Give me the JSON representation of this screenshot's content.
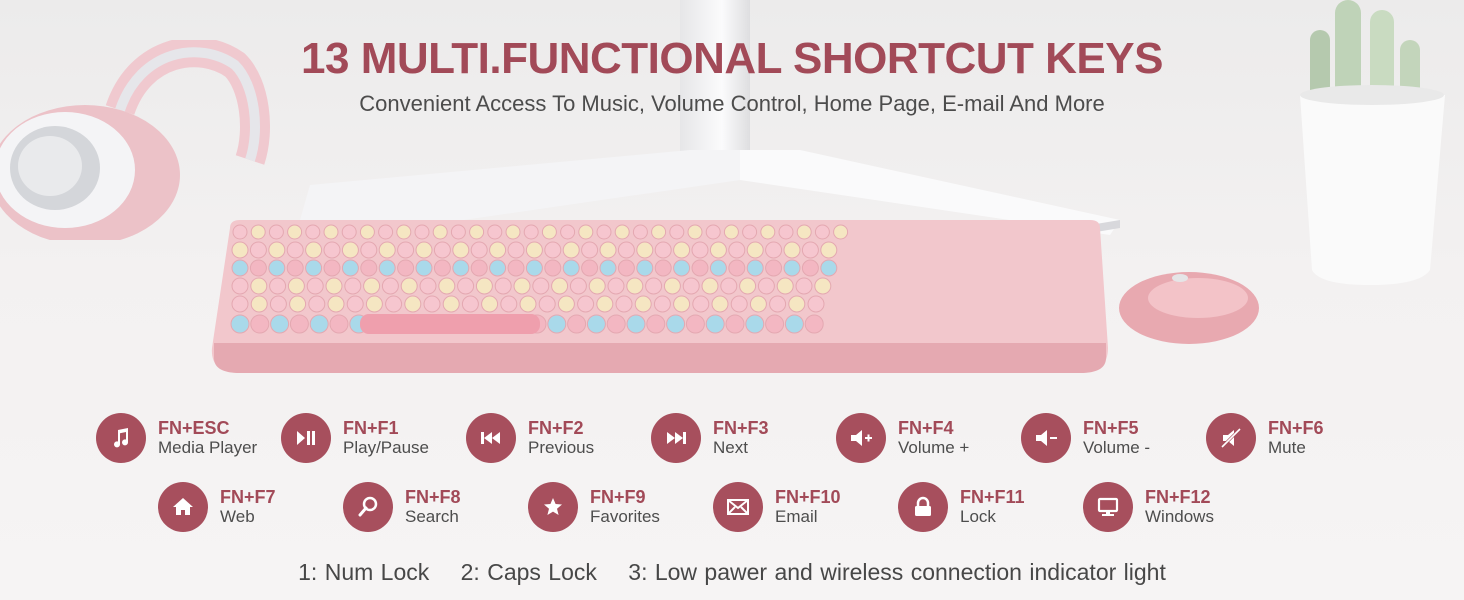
{
  "headline": "13 MULTI.FUNCTIONAL SHORTCUT KEYS",
  "subheadline": "Convenient Access To Music, Volume Control, Home Page, E-mail And More",
  "colors": {
    "accent": "#a74f5d",
    "title": "#a24a58",
    "text": "#4d4d4d"
  },
  "shortcuts": [
    {
      "key": "FN+ESC",
      "label": "Media Player",
      "icon": "music-note-icon"
    },
    {
      "key": "FN+F1",
      "label": "Play/Pause",
      "icon": "play-pause-icon"
    },
    {
      "key": "FN+F2",
      "label": "Previous",
      "icon": "previous-track-icon"
    },
    {
      "key": "FN+F3",
      "label": "Next",
      "icon": "next-track-icon"
    },
    {
      "key": "FN+F4",
      "label": "Volume +",
      "icon": "volume-up-icon"
    },
    {
      "key": "FN+F5",
      "label": "Volume -",
      "icon": "volume-down-icon"
    },
    {
      "key": "FN+F6",
      "label": "Mute",
      "icon": "mute-icon"
    },
    {
      "key": "FN+F7",
      "label": "Web",
      "icon": "home-icon"
    },
    {
      "key": "FN+F8",
      "label": "Search",
      "icon": "search-icon"
    },
    {
      "key": "FN+F9",
      "label": "Favorites",
      "icon": "star-icon"
    },
    {
      "key": "FN+F10",
      "label": "Email",
      "icon": "email-icon"
    },
    {
      "key": "FN+F11",
      "label": "Lock",
      "icon": "lock-icon"
    },
    {
      "key": "FN+F12",
      "label": "Windows",
      "icon": "computer-icon"
    }
  ],
  "footer": {
    "item1": "1: Num Lock",
    "item2": "2: Caps Lock",
    "item3": "3: Low pawer and wireless connection indicator light"
  }
}
